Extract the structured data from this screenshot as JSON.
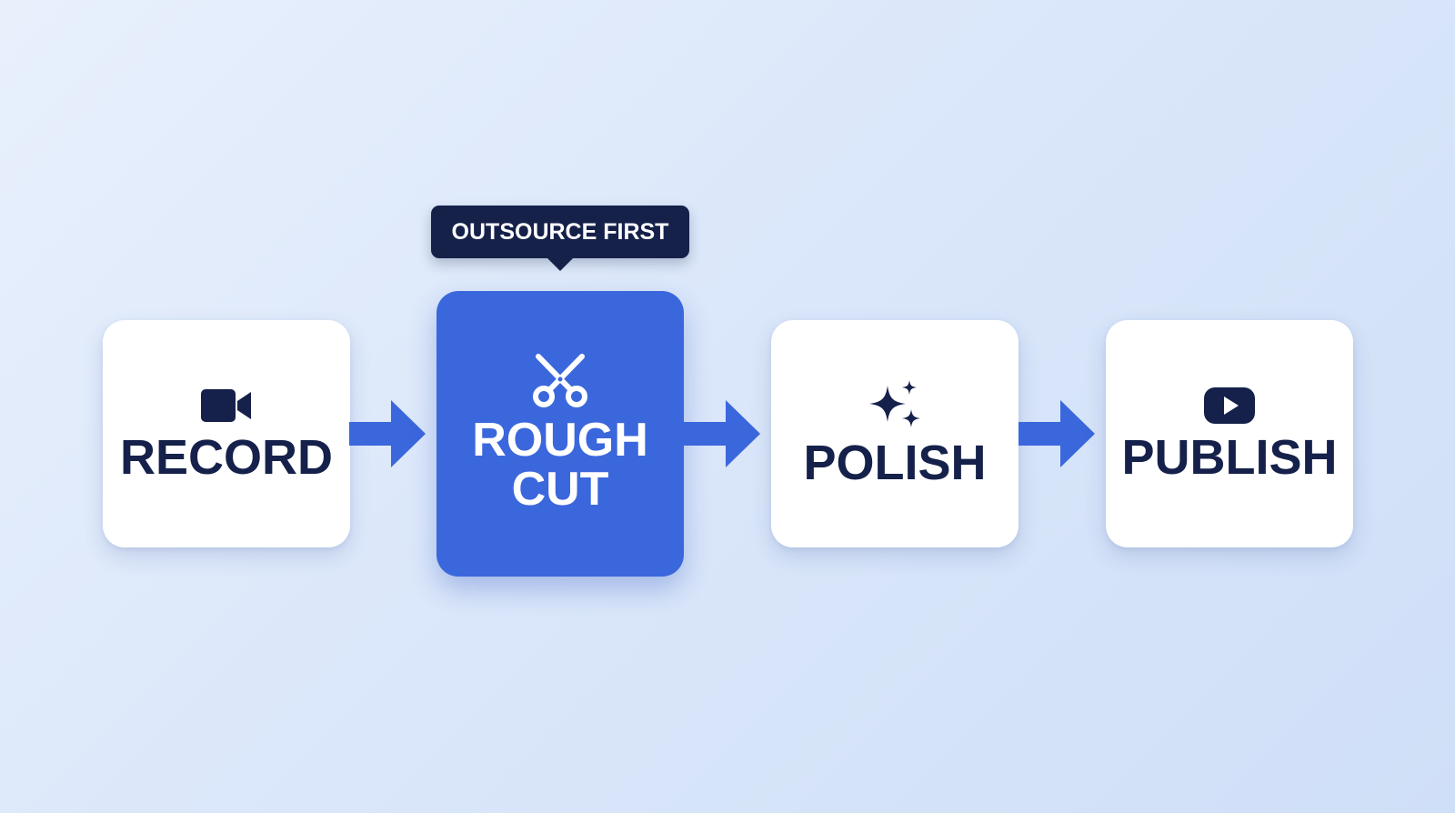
{
  "callout": {
    "text": "OUTSOURCE FIRST"
  },
  "steps": [
    {
      "label": "RECORD",
      "icon": "video-camera-icon"
    },
    {
      "label": "ROUGH\nCUT",
      "icon": "scissors-icon",
      "highlighted": true
    },
    {
      "label": "POLISH",
      "icon": "sparkles-icon"
    },
    {
      "label": "PUBLISH",
      "icon": "play-button-icon"
    }
  ],
  "colors": {
    "accent": "#3b67dd",
    "dark": "#15214a",
    "card": "#ffffff",
    "background": "#dbe7fa"
  }
}
